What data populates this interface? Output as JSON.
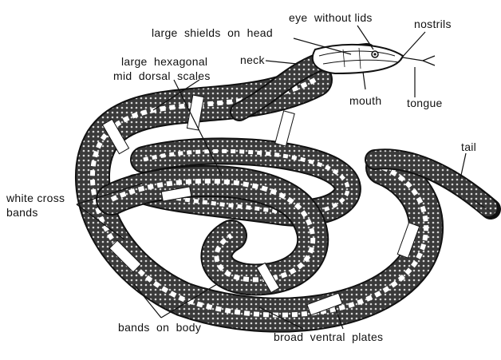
{
  "labels": {
    "eye": "eye  without lids",
    "nostrils": "nostrils",
    "shields": "large  shields  on  head",
    "neck": "neck",
    "hexagonal_line1": "large  hexagonal",
    "hexagonal_line2": "mid  dorsal  scales",
    "mouth": "mouth",
    "tongue": "tongue",
    "tail": "tail",
    "white_cross_line1": "white cross",
    "white_cross_line2": "bands",
    "bands_on_body": "bands  on  body",
    "ventral_plates": "broad  ventral  plates"
  },
  "colors": {
    "ink": "#111111",
    "body_dark": "#2a2a2a",
    "body_light": "#e9e9e9"
  }
}
